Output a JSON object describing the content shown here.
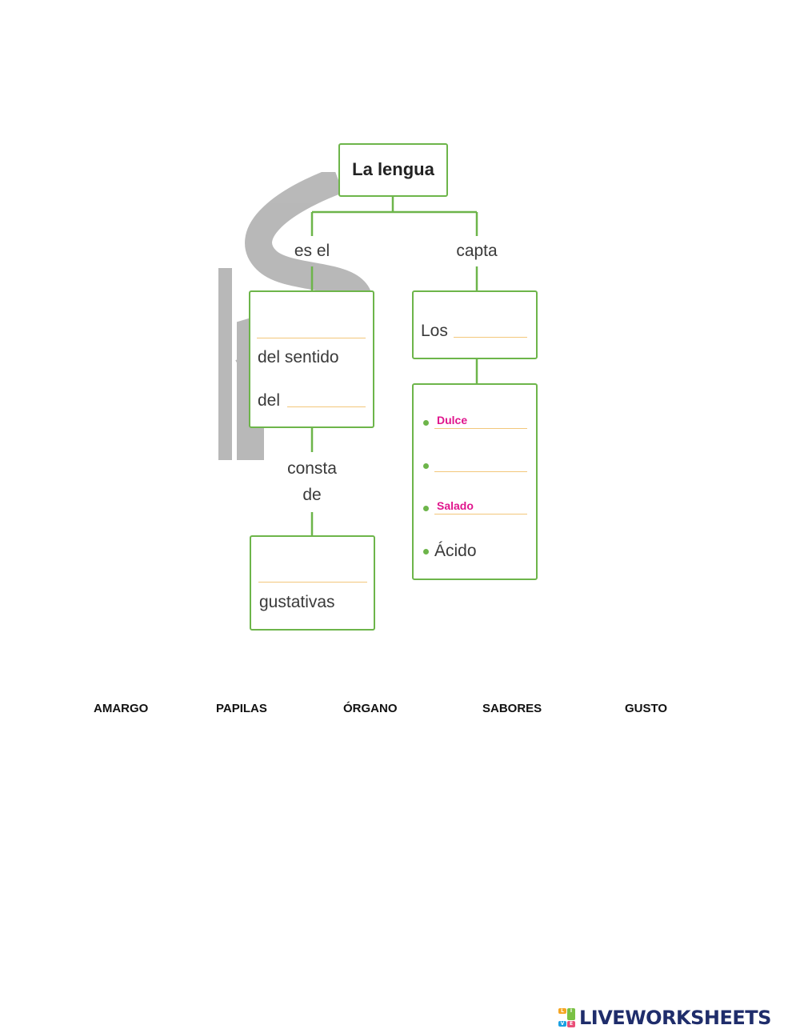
{
  "diagram": {
    "root": {
      "title": "La lengua"
    },
    "left_connector": "es el",
    "right_connector": "capta",
    "organ_box": {
      "line2": "del sentido",
      "line3_prefix": "del"
    },
    "bottom_connector": {
      "line1": "consta",
      "line2": "de"
    },
    "papillae_box": {
      "line2": "gustativas"
    },
    "senses_box": {
      "prefix": "Los"
    },
    "flavors": [
      {
        "answer": "Dulce",
        "text": ""
      },
      {
        "answer": "",
        "text": ""
      },
      {
        "answer": "Salado",
        "text": ""
      },
      {
        "answer": "",
        "text": "Ácido"
      }
    ]
  },
  "word_bank": [
    "AMARGO",
    "PAPILAS",
    "ÓRGANO",
    "SABORES",
    "GUSTO"
  ],
  "watermark": {
    "color": "#b5b5b5"
  },
  "colors": {
    "box_border": "#6db54a",
    "answer": "#e0168d",
    "blank_line": "#f3c77b"
  },
  "logo": {
    "text": "LIVEWORKSHEETS",
    "icon_letters": [
      "L",
      "I",
      "V",
      "E"
    ]
  }
}
